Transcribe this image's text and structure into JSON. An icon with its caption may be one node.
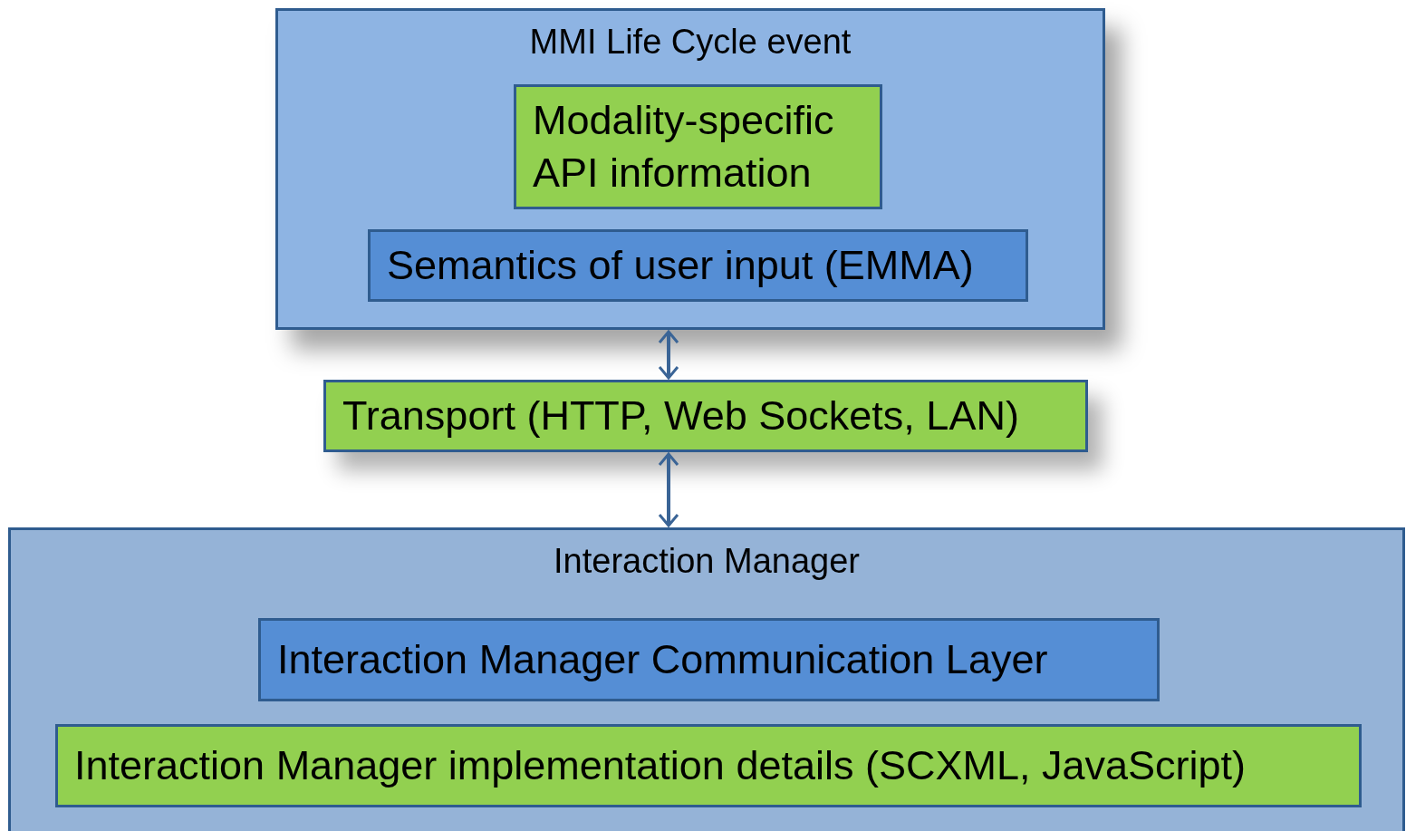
{
  "diagram": {
    "nodes": [
      {
        "text": [
          "MMI Life Cycle event"
        ]
      },
      {
        "text": [
          "Modality-specific API information"
        ],
        "in": 0
      },
      {
        "text": [
          "Semantics of user input (EMMA)"
        ],
        "in": 0
      },
      {
        "text": [
          "Transport (HTTP, Web Sockets, LAN)"
        ]
      },
      {
        "text": [
          "Interaction Manager"
        ]
      },
      {
        "text": [
          "Interaction Manager Communication Layer"
        ],
        "in": 4
      },
      {
        "text": [
          "Interaction Manager implementation details (SCXML, JavaScript)"
        ],
        "in": 4
      }
    ],
    "edges": [
      {
        "from": 0,
        "to": 3,
        "arrow": "both"
      },
      {
        "from": 3,
        "to": 4,
        "arrow": "both"
      }
    ]
  }
}
